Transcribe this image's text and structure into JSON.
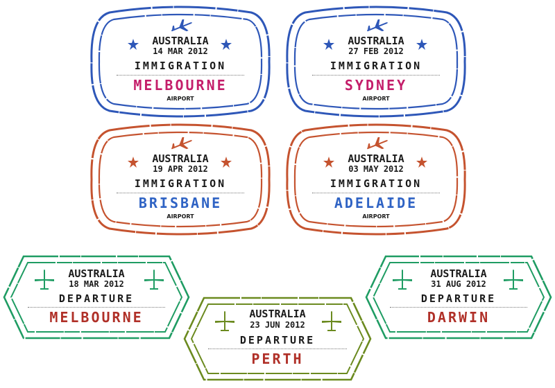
{
  "colors": {
    "blue_border": "#2e57b8",
    "orange_border": "#c5532f",
    "green_border": "#1f9c63",
    "olive_border": "#6b8a1f",
    "magenta_text": "#c41e6a",
    "blue_text": "#2f63c4",
    "red_text": "#b03028"
  },
  "icons": {
    "plane": "airplane-icon",
    "star": "star-icon"
  },
  "stamps": [
    {
      "country": "AUSTRALIA",
      "date": "14 MAR 2012",
      "type": "IMMIGRATION",
      "city": "MELBOURNE",
      "sub": "AIRPORT"
    },
    {
      "country": "AUSTRALIA",
      "date": "27 FEB 2012",
      "type": "IMMIGRATION",
      "city": "SYDNEY",
      "sub": "AIRPORT"
    },
    {
      "country": "AUSTRALIA",
      "date": "19 APR 2012",
      "type": "IMMIGRATION",
      "city": "BRISBANE",
      "sub": "AIRPORT"
    },
    {
      "country": "AUSTRALIA",
      "date": "03 MAY 2012",
      "type": "IMMIGRATION",
      "city": "ADELAIDE",
      "sub": "AIRPORT"
    },
    {
      "country": "AUSTRALIA",
      "date": "18 MAR 2012",
      "type": "DEPARTURE",
      "city": "MELBOURNE"
    },
    {
      "country": "AUSTRALIA",
      "date": "23 JUN 2012",
      "type": "DEPARTURE",
      "city": "PERTH"
    },
    {
      "country": "AUSTRALIA",
      "date": "31 AUG 2012",
      "type": "DEPARTURE",
      "city": "DARWIN"
    }
  ]
}
